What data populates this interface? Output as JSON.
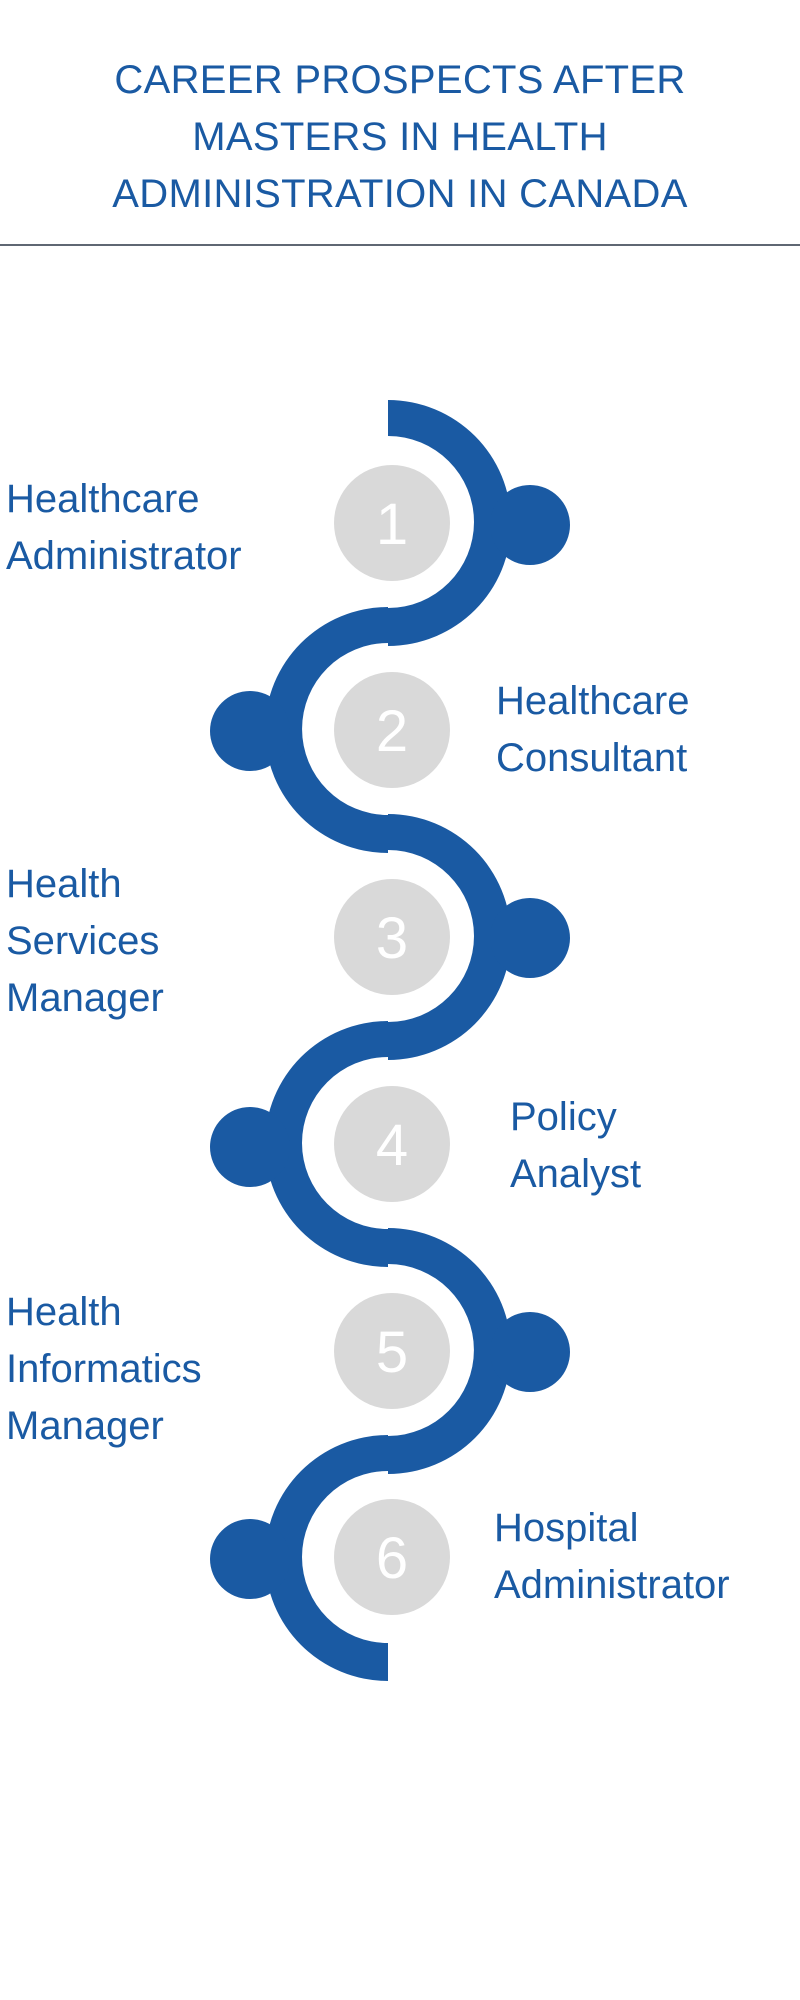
{
  "header": {
    "title": "CAREER PROSPECTS AFTER\nMASTERS IN HEALTH\nADMINISTRATION IN CANADA"
  },
  "colors": {
    "title": "#1a5aa3",
    "accent": "#1a5aa3",
    "number_circle": "#d9d9d9",
    "number_text": "#ffffff",
    "divider": "#5f6773"
  },
  "careers": [
    {
      "number": "1",
      "label": "Healthcare\nAdministrator"
    },
    {
      "number": "2",
      "label": "Healthcare\nConsultant"
    },
    {
      "number": "3",
      "label": "Health\nServices\nManager"
    },
    {
      "number": "4",
      "label": "Policy\nAnalyst"
    },
    {
      "number": "5",
      "label": "Health\nInformatics\nManager"
    },
    {
      "number": "6",
      "label": "Hospital\nAdministrator"
    }
  ]
}
